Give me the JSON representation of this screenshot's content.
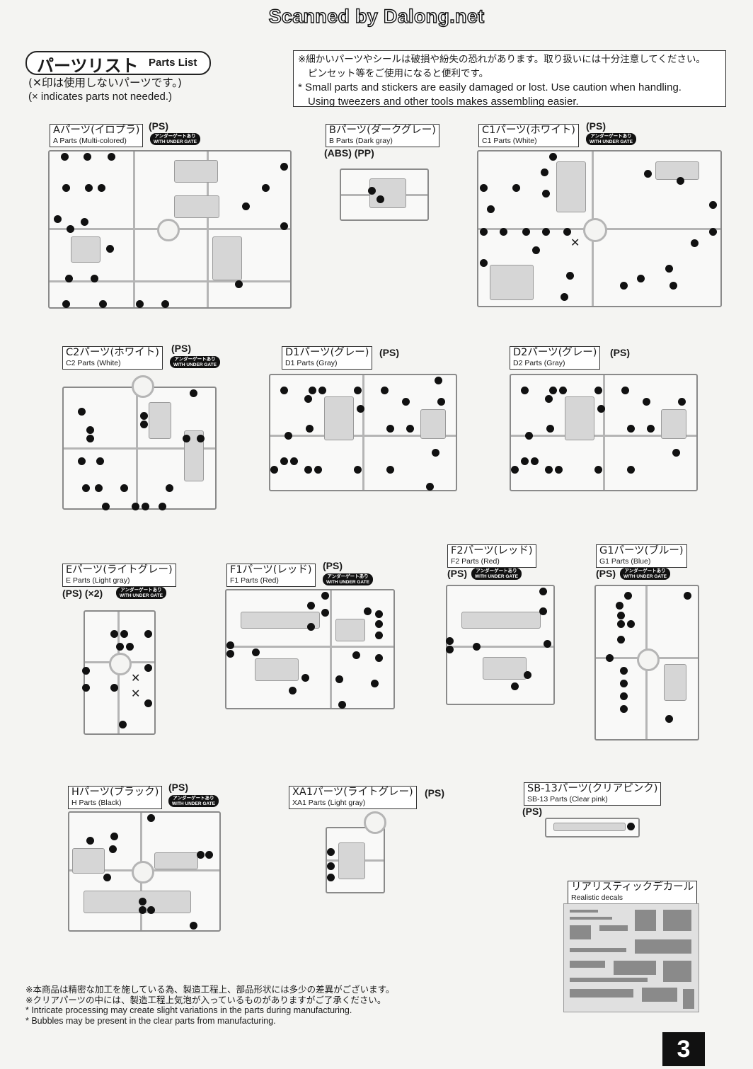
{
  "watermark": "Scanned by Dalong.net",
  "header": {
    "title_jp": "パーツリスト",
    "title_en": "Parts List",
    "x_note_jp": "(✕印は使用しないパーツです。)",
    "x_note_en": "(× indicates parts not needed.)",
    "caution": [
      "※細かいパーツやシールは破損や紛失の恐れがあります。取り扱いには十分注意してください。",
      "ピンセット等をご使用になると便利です。",
      "* Small parts and stickers are easily damaged or lost. Use caution when handling.",
      "Using tweezers and other tools makes assembling easier."
    ]
  },
  "badge_text": [
    "アンダーゲートあり",
    "WITH UNDER GATE"
  ],
  "runners": [
    {
      "jp": "Aパーツ(イロプラ)",
      "en": "A Parts (Multi-colored)",
      "material": "(PS)"
    },
    {
      "jp": "Bパーツ(ダークグレー)",
      "en": "B Parts (Dark gray)",
      "material": "(ABS) (PP)"
    },
    {
      "jp": "C1パーツ(ホワイト)",
      "en": "C1 Parts (White)",
      "material": "(PS)"
    },
    {
      "jp": "C2パーツ(ホワイト)",
      "en": "C2 Parts (White)",
      "material": "(PS)"
    },
    {
      "jp": "D1パーツ(グレー)",
      "en": "D1 Parts (Gray)",
      "material": "(PS)"
    },
    {
      "jp": "D2パーツ(グレー)",
      "en": "D2 Parts (Gray)",
      "material": "(PS)"
    },
    {
      "jp": "Eパーツ(ライトグレー)",
      "en": "E Parts (Light gray)",
      "material": "(PS) (×2)"
    },
    {
      "jp": "F1パーツ(レッド)",
      "en": "F1 Parts (Red)",
      "material": "(PS)"
    },
    {
      "jp": "F2パーツ(レッド)",
      "en": "F2 Parts (Red)",
      "material": "(PS)"
    },
    {
      "jp": "G1パーツ(ブルー)",
      "en": "G1 Parts (Blue)",
      "material": "(PS)"
    },
    {
      "jp": "Hパーツ(ブラック)",
      "en": "H Parts (Black)",
      "material": "(PS)"
    },
    {
      "jp": "XA1パーツ(ライトグレー)",
      "en": "XA1 Parts (Light gray)",
      "material": "(PS)"
    },
    {
      "jp": "SB-13パーツ(クリアピンク)",
      "en": "SB-13 Parts (Clear pink)",
      "material": "(PS)"
    },
    {
      "jp": "リアリスティックデカール",
      "en": "Realistic decals",
      "material": ""
    }
  ],
  "footnotes": [
    "※本商品は精密な加工を施している為、製造工程上、部品形状には多少の差異がございます。",
    "※クリアパーツの中には、製造工程上気泡が入っているものがありますがご了承ください。",
    "* Intricate processing may create slight variations in the parts during manufacturing.",
    "* Bubbles may be present in the clear parts from manufacturing."
  ],
  "page_number": "3"
}
